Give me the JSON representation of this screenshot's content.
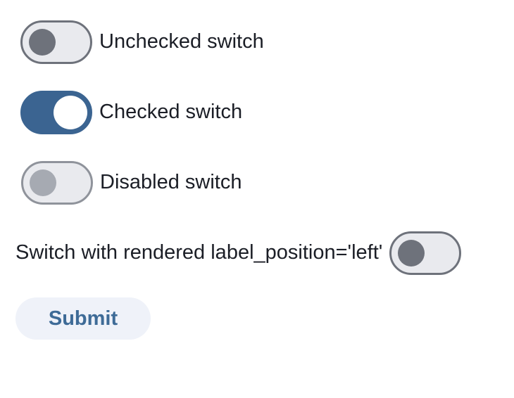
{
  "colors": {
    "checked_track": "#3b6491",
    "unchecked_track": "#e9eaee",
    "switch_gray": "#6e727b",
    "disabled_border": "#8f939b",
    "disabled_thumb": "#a6aab2",
    "label_text": "#1b1e26",
    "submit_bg": "#eff2f9",
    "submit_text": "#3e6b97",
    "page_bg": "#ffffff"
  },
  "switches": [
    {
      "label": "Unchecked switch",
      "state": "unchecked",
      "label_position": "right"
    },
    {
      "label": "Checked switch",
      "state": "checked",
      "label_position": "right"
    },
    {
      "label": "Disabled switch",
      "state": "disabled",
      "label_position": "right"
    },
    {
      "label": "Switch with rendered label_position='left'",
      "state": "unchecked",
      "label_position": "left"
    }
  ],
  "submit_button": {
    "label": "Submit"
  }
}
